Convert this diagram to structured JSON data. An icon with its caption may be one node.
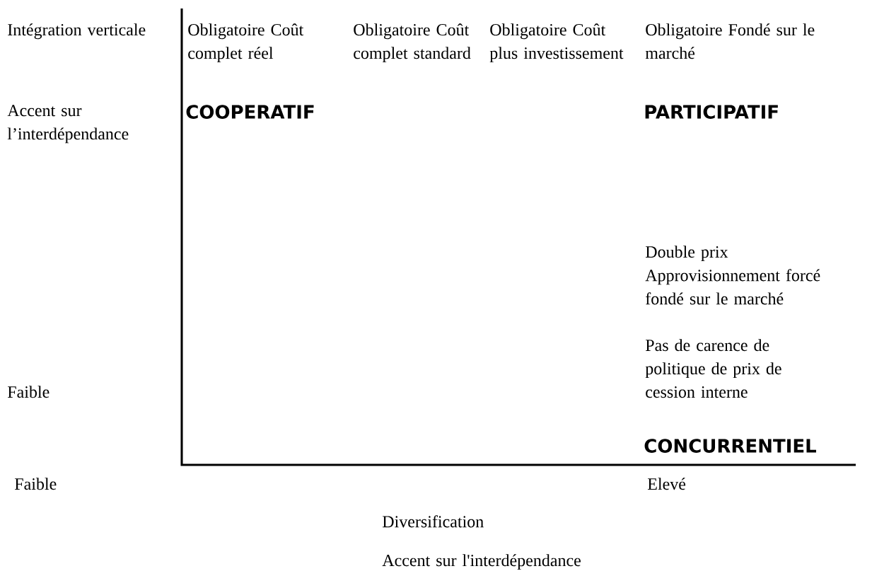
{
  "diagram": {
    "labels": [
      "Intégration verticale",
      "Obligatoire Coût complet réel",
      "Obligatoire Coût complet standard",
      "Obligatoire Coût plus investissement",
      "Obligatoire Fondé sur le marché",
      "Accent sur l’interdépendance",
      "COOPERATIF",
      "PARTICIPATIF",
      "Double prix",
      "Approvisionnement forcé fondé sur le marché",
      "Pas de carence de politique de prix de cession interne",
      "Faible",
      "CONCURRENTIEL",
      "Faible",
      "Elevé",
      "Diversification",
      "Accent sur l'interdépendance"
    ]
  }
}
